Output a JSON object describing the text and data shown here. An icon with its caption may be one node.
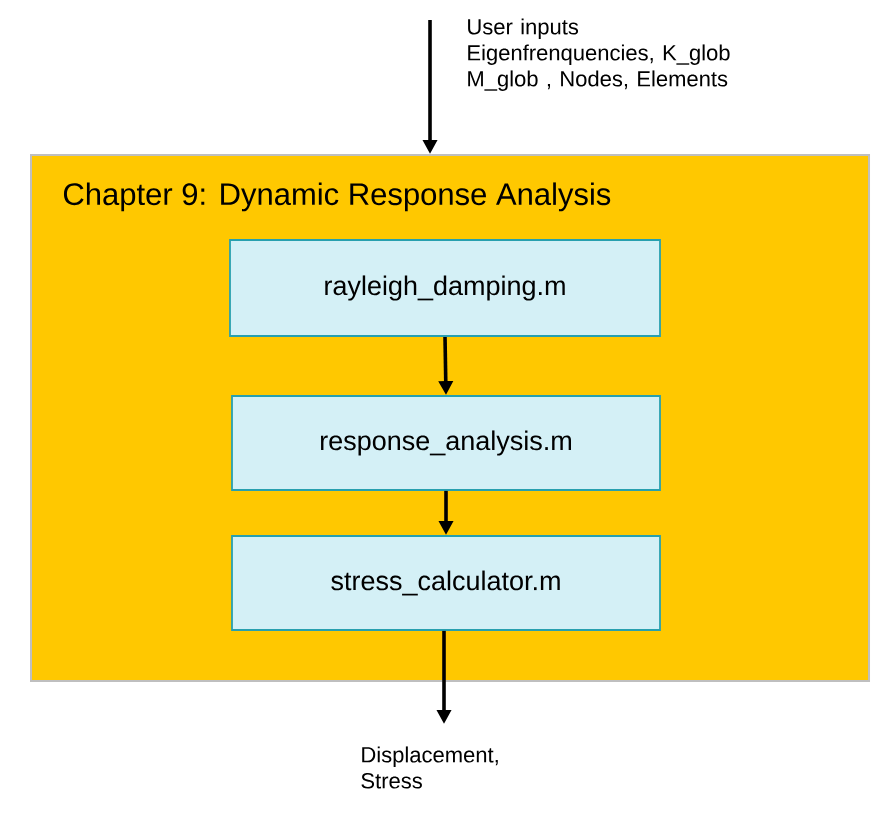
{
  "diagram": {
    "nodes": [
      {
        "text": [
          "Chapter 9: Dynamic Response Analysis"
        ]
      },
      {
        "text": [
          "rayleigh_damping.m"
        ],
        "in": 0
      },
      {
        "text": [
          "response_analysis.m"
        ],
        "in": 0
      },
      {
        "text": [
          "stress_calculator.m"
        ],
        "in": 0
      }
    ],
    "edges": [
      {
        "from": null,
        "to": 0,
        "arrow": "to",
        "label": "User inputs Eigenfrenquencies, K_glob M_glob , Nodes, Elements"
      },
      {
        "from": 1,
        "to": 2,
        "arrow": "to"
      },
      {
        "from": 2,
        "to": 3,
        "arrow": "to"
      },
      {
        "from": 3,
        "to": null,
        "arrow": "to",
        "label": "Displacement, Stress"
      }
    ]
  }
}
